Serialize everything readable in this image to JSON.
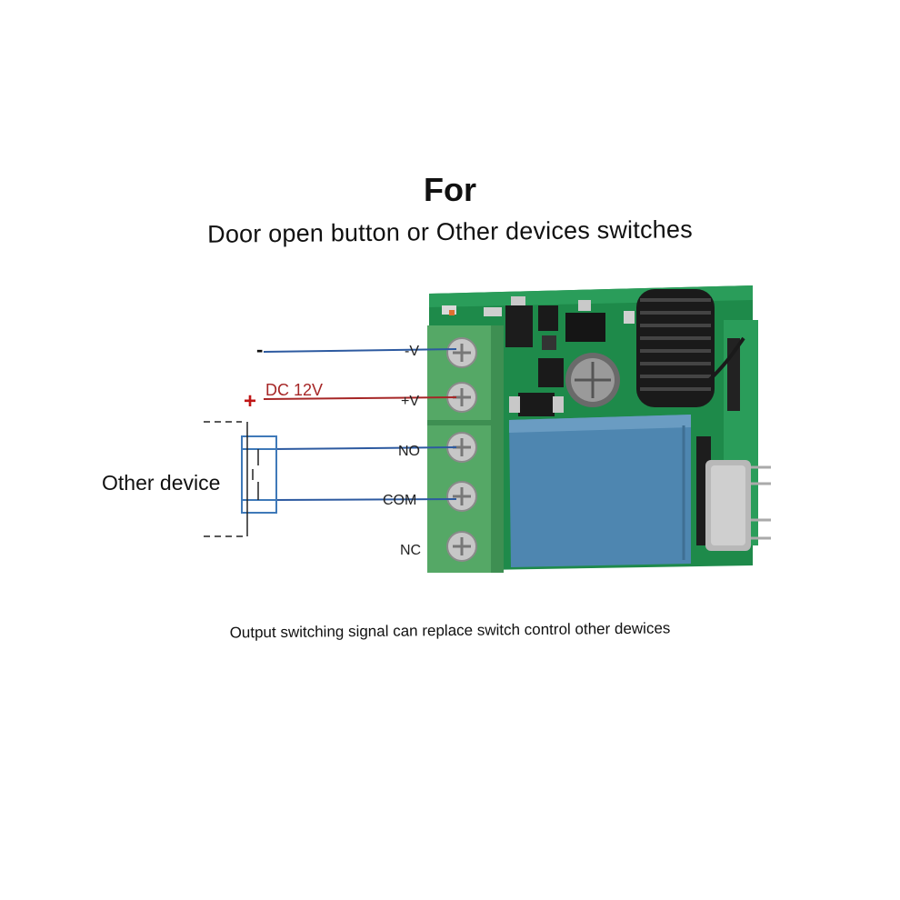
{
  "title": "For",
  "subtitle": "Door open button or Other devices switches",
  "caption": "Output switching signal can replace switch control other dewices",
  "device_label": "Other device",
  "supply": {
    "minus_sign": "-",
    "plus_sign": "+",
    "voltage_label": "DC 12V"
  },
  "terminals": [
    "-V",
    "+V",
    "NO",
    "COM",
    "NC"
  ],
  "colors": {
    "negative_wire": "#2d5aa0",
    "positive_wire": "#a62626",
    "output_wire": "#2d5aa0",
    "switch_box": "#3f79b8",
    "pcb": "#1e8a4a",
    "terminal_block": "#55a866",
    "relay": "#4e86b0"
  },
  "icons": [
    "screw-terminal-icon",
    "relay-icon",
    "antenna-coil-icon",
    "capacitor-icon"
  ]
}
